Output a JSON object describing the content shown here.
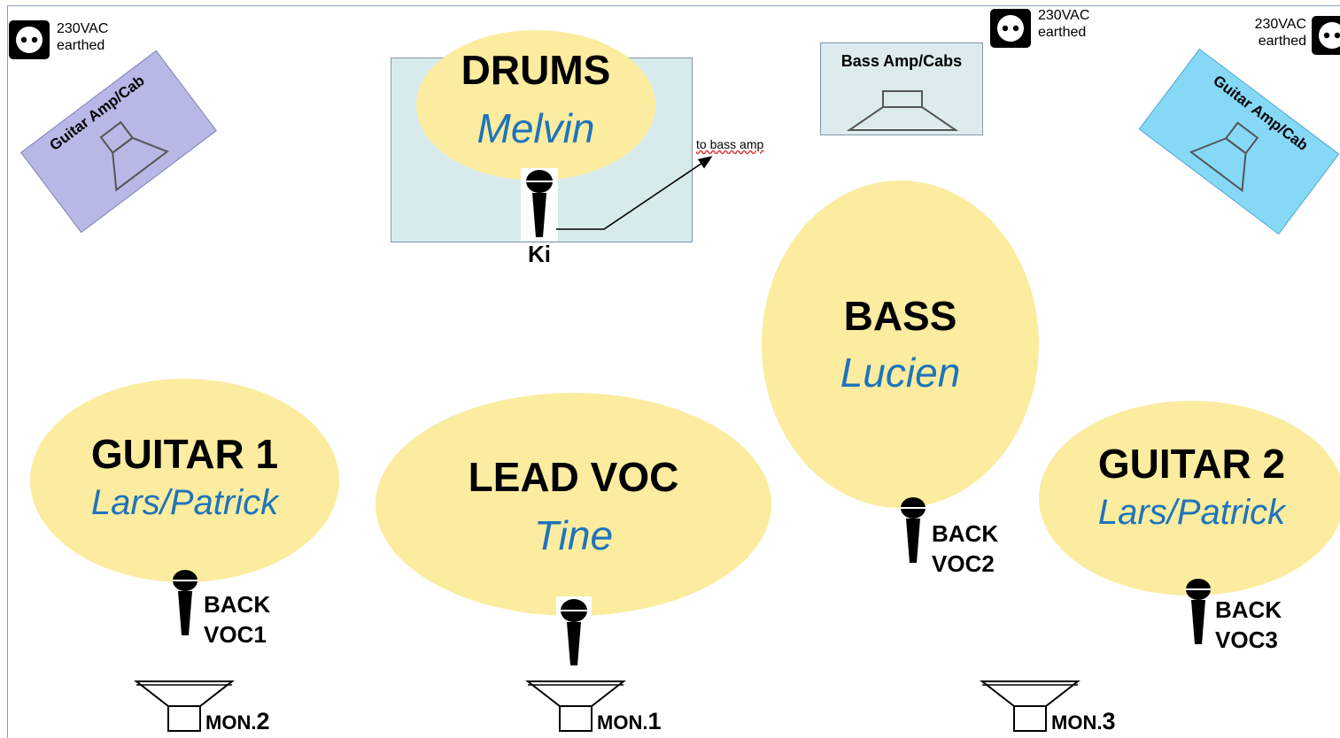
{
  "colors": {
    "musician_fill": "#fbeca0",
    "musician_name": "#1f74b9",
    "drum_riser": "#d8ebec",
    "bass_amp_box": "#dcebee",
    "guitar_amp_left": "#b8b8e6",
    "guitar_amp_right": "#86d8f7",
    "socket": "#000000"
  },
  "sockets": [
    {
      "voltage": "230VAC",
      "note": "earthed",
      "icon": "power-socket-icon"
    },
    {
      "voltage": "230VAC",
      "note": "earthed",
      "icon": "power-socket-icon"
    },
    {
      "voltage": "230VAC",
      "note": "earthed",
      "icon": "power-socket-icon"
    }
  ],
  "amps": {
    "guitar_left": "Guitar Amp/Cab",
    "guitar_right": "Guitar Amp/Cab",
    "bass": "Bass Amp/Cabs"
  },
  "musicians": {
    "drums": {
      "role": "DRUMS",
      "name": "Melvin"
    },
    "bass": {
      "role": "BASS",
      "name": "Lucien"
    },
    "guitar1": {
      "role": "GUITAR 1",
      "name": "Lars/Patrick"
    },
    "lead_voc": {
      "role": "LEAD VOC",
      "name": "Tine"
    },
    "guitar2": {
      "role": "GUITAR 2",
      "name": "Lars/Patrick"
    }
  },
  "mics": {
    "kick": "Ki",
    "kick_route": "to bass amp",
    "back_voc1": [
      "BACK",
      "VOC1"
    ],
    "back_voc2": [
      "BACK",
      "VOC2"
    ],
    "back_voc3": [
      "BACK",
      "VOC3"
    ]
  },
  "monitors": [
    {
      "prefix": "MON.",
      "number": "2"
    },
    {
      "prefix": "MON.",
      "number": "1"
    },
    {
      "prefix": "MON.",
      "number": "3"
    }
  ]
}
